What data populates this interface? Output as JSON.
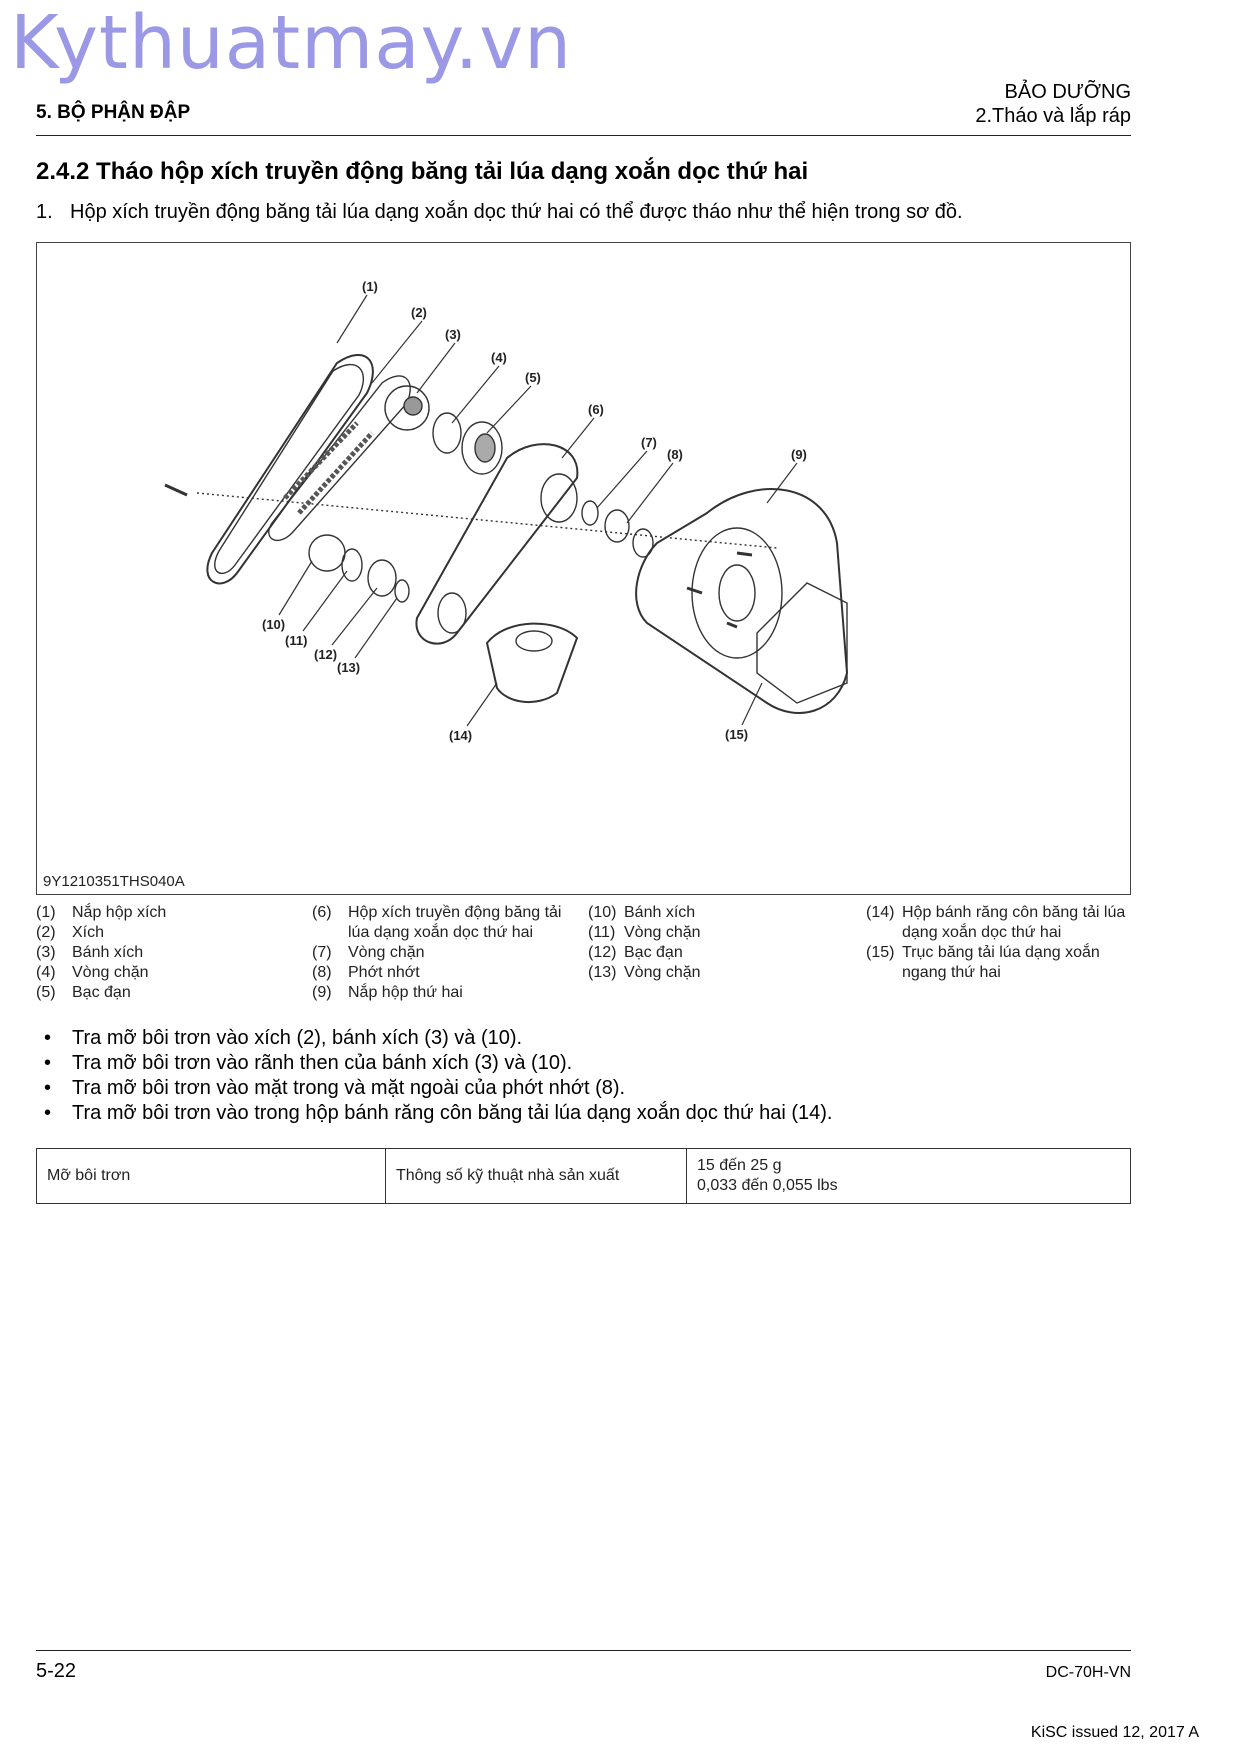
{
  "watermark": "Kythuatmay.vn",
  "header": {
    "section_left": "5. BỘ PHẬN ĐẬP",
    "chapter": "BẢO DƯỠNG",
    "subchapter": "2.Tháo và lắp ráp"
  },
  "section_title": "2.4.2 Tháo hộp xích truyền động băng tải lúa dạng xoắn dọc thứ hai",
  "step": {
    "number": "1.",
    "text": "Hộp xích truyền động băng tải lúa dạng xoắn dọc thứ hai có thể được tháo như thể hiện trong sơ đồ."
  },
  "figure": {
    "code": "9Y1210351THS040A",
    "callouts": [
      "(1)",
      "(2)",
      "(3)",
      "(4)",
      "(5)",
      "(6)",
      "(7)",
      "(8)",
      "(9)",
      "(10)",
      "(11)",
      "(12)",
      "(13)",
      "(14)",
      "(15)"
    ]
  },
  "legend": [
    [
      {
        "n": "(1)",
        "t": "Nắp hộp xích"
      },
      {
        "n": "(2)",
        "t": "Xích"
      },
      {
        "n": "(3)",
        "t": "Bánh xích"
      },
      {
        "n": "(4)",
        "t": "Vòng chặn"
      },
      {
        "n": "(5)",
        "t": "Bạc đạn"
      }
    ],
    [
      {
        "n": "(6)",
        "t": "Hộp xích truyền động băng tải lúa dạng xoắn dọc thứ hai"
      },
      {
        "n": "(7)",
        "t": "Vòng chặn"
      },
      {
        "n": "(8)",
        "t": "Phớt nhớt"
      },
      {
        "n": "(9)",
        "t": "Nắp hộp thứ hai"
      }
    ],
    [
      {
        "n": "(10)",
        "t": "Bánh xích"
      },
      {
        "n": "(11)",
        "t": "Vòng chặn"
      },
      {
        "n": "(12)",
        "t": "Bạc đạn"
      },
      {
        "n": "(13)",
        "t": "Vòng chặn"
      }
    ],
    [
      {
        "n": "(14)",
        "t": "Hộp bánh răng côn băng tải lúa dạng xoắn dọc thứ hai"
      },
      {
        "n": "(15)",
        "t": "Trục băng tải lúa dạng xoắn ngang thứ hai"
      }
    ]
  ],
  "bullets": [
    "Tra mỡ bôi trơn vào xích (2), bánh xích (3) và (10).",
    "Tra mỡ bôi trơn vào rãnh then của bánh xích (3) và (10).",
    "Tra mỡ bôi trơn vào mặt trong và mặt ngoài của phớt nhớt (8).",
    "Tra mỡ bôi trơn vào trong hộp bánh răng côn băng tải lúa dạng xoắn dọc thứ hai (14)."
  ],
  "spec_table": {
    "item": "Mỡ bôi trơn",
    "spec": "Thông số kỹ thuật nhà sản xuất",
    "value_line1": "15 đến 25 g",
    "value_line2": "0,033 đến 0,055 lbs"
  },
  "footer": {
    "page": "5-22",
    "doc": "DC-70H-VN",
    "issued": "KiSC issued 12, 2017 A"
  }
}
